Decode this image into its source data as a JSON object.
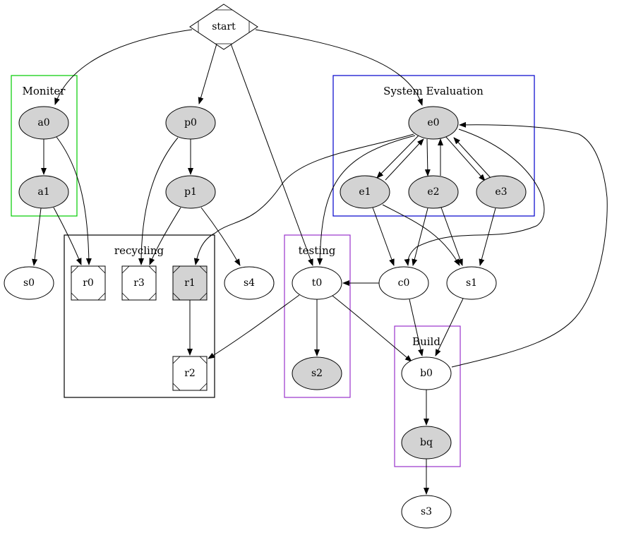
{
  "diagram": {
    "type": "directed-graph",
    "colors": {
      "filled_node": "#d3d3d3",
      "plain_node": "#ffffff",
      "edge": "#000000",
      "cluster_monitor": "#00cc00",
      "cluster_system_evaluation": "#0000cc",
      "cluster_recycling": "#000000",
      "cluster_testing": "#9933cc",
      "cluster_build": "#9933cc"
    },
    "clusters": [
      {
        "id": "monitor",
        "label": "Moniter",
        "color_key": "cluster_monitor",
        "nodes": [
          "a0",
          "a1"
        ]
      },
      {
        "id": "system_evaluation",
        "label": "System Evaluation",
        "color_key": "cluster_system_evaluation",
        "nodes": [
          "e0",
          "e1",
          "e2",
          "e3"
        ]
      },
      {
        "id": "recycling",
        "label": "recycling",
        "color_key": "cluster_recycling",
        "nodes": [
          "r0",
          "r3",
          "r1",
          "r2"
        ]
      },
      {
        "id": "testing",
        "label": "testing",
        "color_key": "cluster_testing",
        "nodes": [
          "t0",
          "s2"
        ]
      },
      {
        "id": "build",
        "label": "Build",
        "color_key": "cluster_build",
        "nodes": [
          "b0",
          "bq"
        ]
      }
    ],
    "nodes": [
      {
        "id": "start",
        "label": "start",
        "shape": "Mdiamond",
        "filled": false
      },
      {
        "id": "a0",
        "label": "a0",
        "shape": "ellipse",
        "filled": true
      },
      {
        "id": "a1",
        "label": "a1",
        "shape": "ellipse",
        "filled": true
      },
      {
        "id": "p0",
        "label": "p0",
        "shape": "ellipse",
        "filled": true
      },
      {
        "id": "p1",
        "label": "p1",
        "shape": "ellipse",
        "filled": true
      },
      {
        "id": "e0",
        "label": "e0",
        "shape": "ellipse",
        "filled": true
      },
      {
        "id": "e1",
        "label": "e1",
        "shape": "ellipse",
        "filled": true
      },
      {
        "id": "e2",
        "label": "e2",
        "shape": "ellipse",
        "filled": true
      },
      {
        "id": "e3",
        "label": "e3",
        "shape": "ellipse",
        "filled": true
      },
      {
        "id": "s0",
        "label": "s0",
        "shape": "ellipse",
        "filled": false
      },
      {
        "id": "r0",
        "label": "r0",
        "shape": "Msquare",
        "filled": false
      },
      {
        "id": "r3",
        "label": "r3",
        "shape": "Msquare",
        "filled": false
      },
      {
        "id": "r1",
        "label": "r1",
        "shape": "Msquare",
        "filled": true
      },
      {
        "id": "r2",
        "label": "r2",
        "shape": "Msquare",
        "filled": false
      },
      {
        "id": "s4",
        "label": "s4",
        "shape": "ellipse",
        "filled": false
      },
      {
        "id": "t0",
        "label": "t0",
        "shape": "ellipse",
        "filled": false
      },
      {
        "id": "s2",
        "label": "s2",
        "shape": "ellipse",
        "filled": true
      },
      {
        "id": "c0",
        "label": "c0",
        "shape": "ellipse",
        "filled": false
      },
      {
        "id": "s1",
        "label": "s1",
        "shape": "ellipse",
        "filled": false
      },
      {
        "id": "b0",
        "label": "b0",
        "shape": "ellipse",
        "filled": false
      },
      {
        "id": "bq",
        "label": "bq",
        "shape": "ellipse",
        "filled": true
      },
      {
        "id": "s3",
        "label": "s3",
        "shape": "ellipse",
        "filled": false
      }
    ],
    "edges": [
      {
        "from": "start",
        "to": "a0"
      },
      {
        "from": "start",
        "to": "p0"
      },
      {
        "from": "start",
        "to": "t0"
      },
      {
        "from": "start",
        "to": "e0"
      },
      {
        "from": "a0",
        "to": "a1"
      },
      {
        "from": "a0",
        "to": "r0"
      },
      {
        "from": "a1",
        "to": "s0"
      },
      {
        "from": "a1",
        "to": "r0"
      },
      {
        "from": "p0",
        "to": "p1"
      },
      {
        "from": "p0",
        "to": "r3"
      },
      {
        "from": "p1",
        "to": "r3"
      },
      {
        "from": "p1",
        "to": "s4"
      },
      {
        "from": "e0",
        "to": "e1"
      },
      {
        "from": "e1",
        "to": "e0"
      },
      {
        "from": "e0",
        "to": "e2"
      },
      {
        "from": "e2",
        "to": "e0"
      },
      {
        "from": "e0",
        "to": "e3"
      },
      {
        "from": "e3",
        "to": "e0"
      },
      {
        "from": "e0",
        "to": "r1"
      },
      {
        "from": "e0",
        "to": "t0"
      },
      {
        "from": "e0",
        "to": "c0"
      },
      {
        "from": "e1",
        "to": "c0"
      },
      {
        "from": "e1",
        "to": "s1"
      },
      {
        "from": "e2",
        "to": "c0"
      },
      {
        "from": "e2",
        "to": "s1"
      },
      {
        "from": "e3",
        "to": "s1"
      },
      {
        "from": "r1",
        "to": "r2"
      },
      {
        "from": "c0",
        "to": "t0"
      },
      {
        "from": "c0",
        "to": "b0"
      },
      {
        "from": "s1",
        "to": "b0"
      },
      {
        "from": "t0",
        "to": "s2"
      },
      {
        "from": "t0",
        "to": "r2"
      },
      {
        "from": "t0",
        "to": "b0"
      },
      {
        "from": "b0",
        "to": "bq"
      },
      {
        "from": "b0",
        "to": "e0"
      },
      {
        "from": "bq",
        "to": "s3"
      }
    ]
  }
}
